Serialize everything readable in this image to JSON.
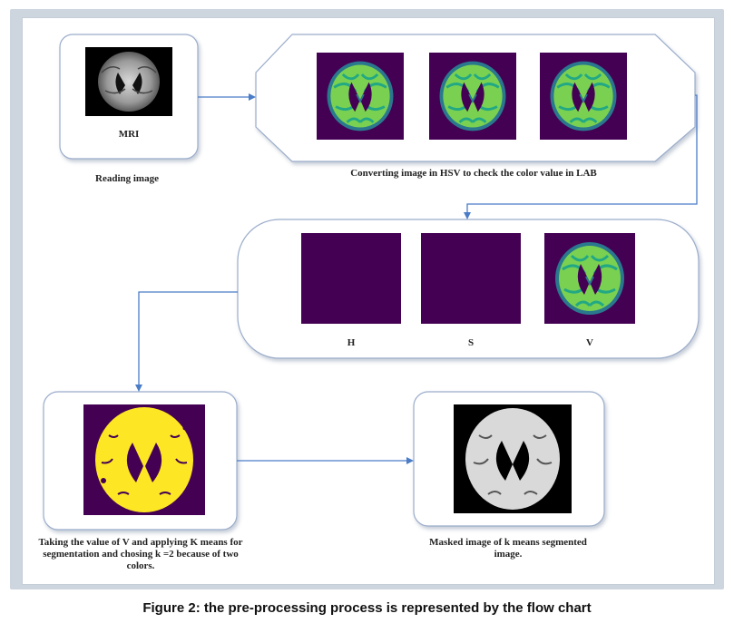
{
  "stages": {
    "reading": {
      "sublabel": "MRI",
      "label": "Reading image"
    },
    "hsv": {
      "label": "Converting image in HSV to check the color value in LAB"
    },
    "channels": {
      "h": "H",
      "s": "S",
      "v": "V"
    },
    "kmeans": {
      "label": "Taking the value of V and  applying K means for segmentation and chosing k =2 because of two colors."
    },
    "masked": {
      "label": "Masked image of k means segmented image."
    }
  },
  "caption": "Figure 2: the pre-processing process is represented by the flow chart",
  "colors": {
    "arrow": "#4a7cc7",
    "box_border": "#8fa3bf",
    "viridis_bg": "#440154",
    "viridis_green": "#7ad151",
    "viridis_teal": "#22a884",
    "viridis_blue": "#2a788e",
    "kmeans_yellow": "#fde725"
  }
}
